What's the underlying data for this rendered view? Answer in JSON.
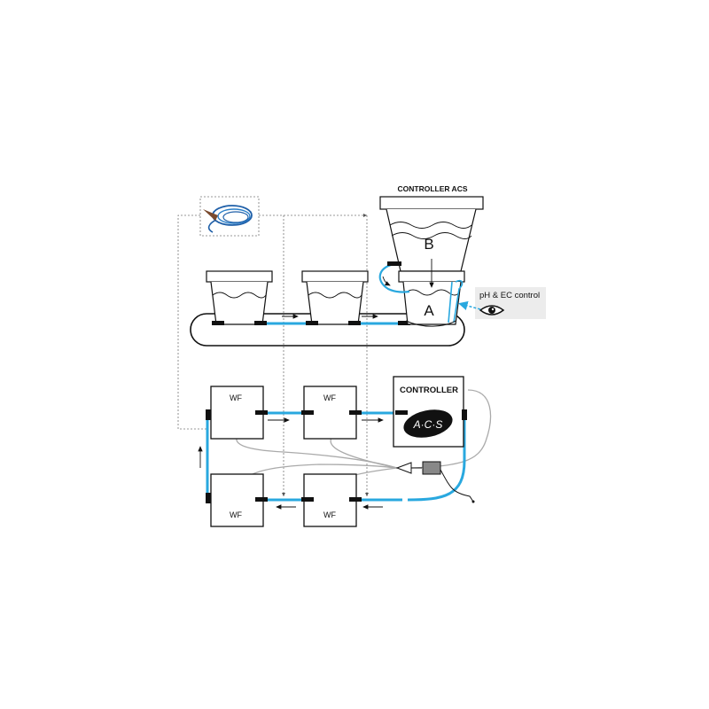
{
  "top_controller": {
    "title": "CONTROLLER ACS",
    "tank_b_label": "B",
    "tank_a_label": "A"
  },
  "monitor": {
    "label": "pH & EC control",
    "icon": "eye-icon"
  },
  "bottom_modules": {
    "wf_label": "WF",
    "controller_title": "CONTROLLER",
    "controller_logo": "A·C·S"
  },
  "colors": {
    "water_line": "#29a8df",
    "outline": "#111111",
    "dashed_line": "#777777",
    "monitor_bg": "#ececec"
  }
}
